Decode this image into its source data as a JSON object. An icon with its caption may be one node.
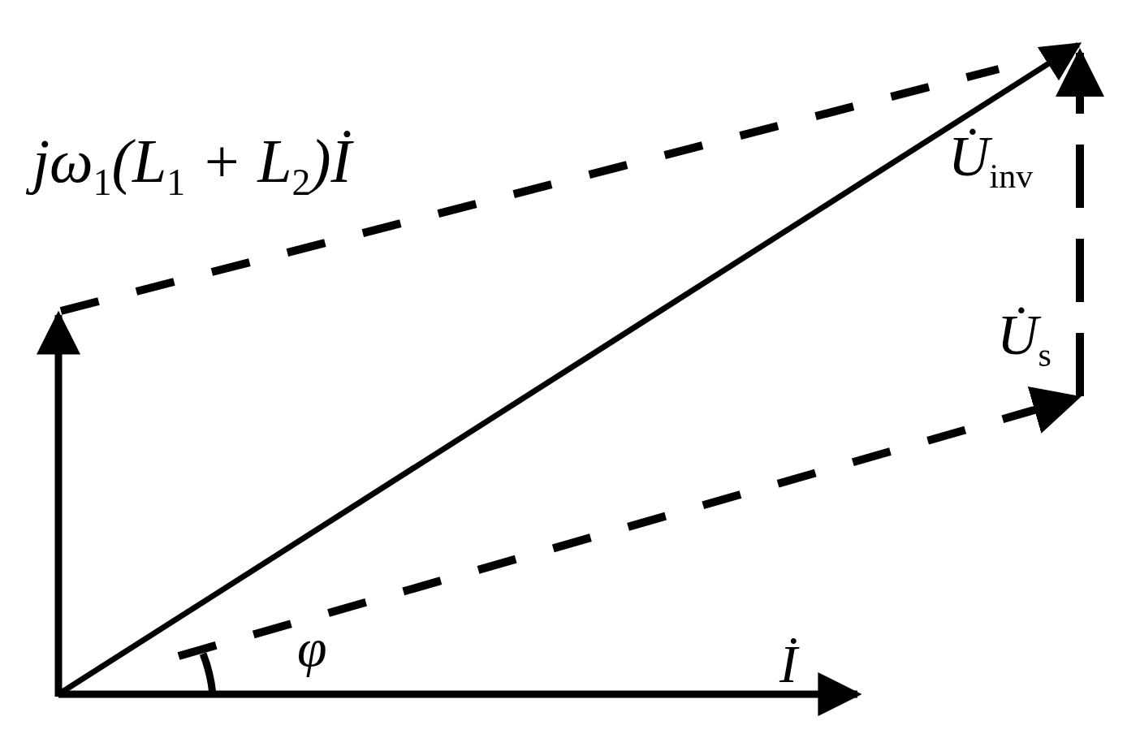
{
  "diagram": {
    "labels": [
      "jω$_{1}$(L$_{1}$ + L$_{2}$)İ",
      "U̇$_{inv}$",
      "U̇$_{s}$",
      "φ",
      "İ"
    ]
  }
}
